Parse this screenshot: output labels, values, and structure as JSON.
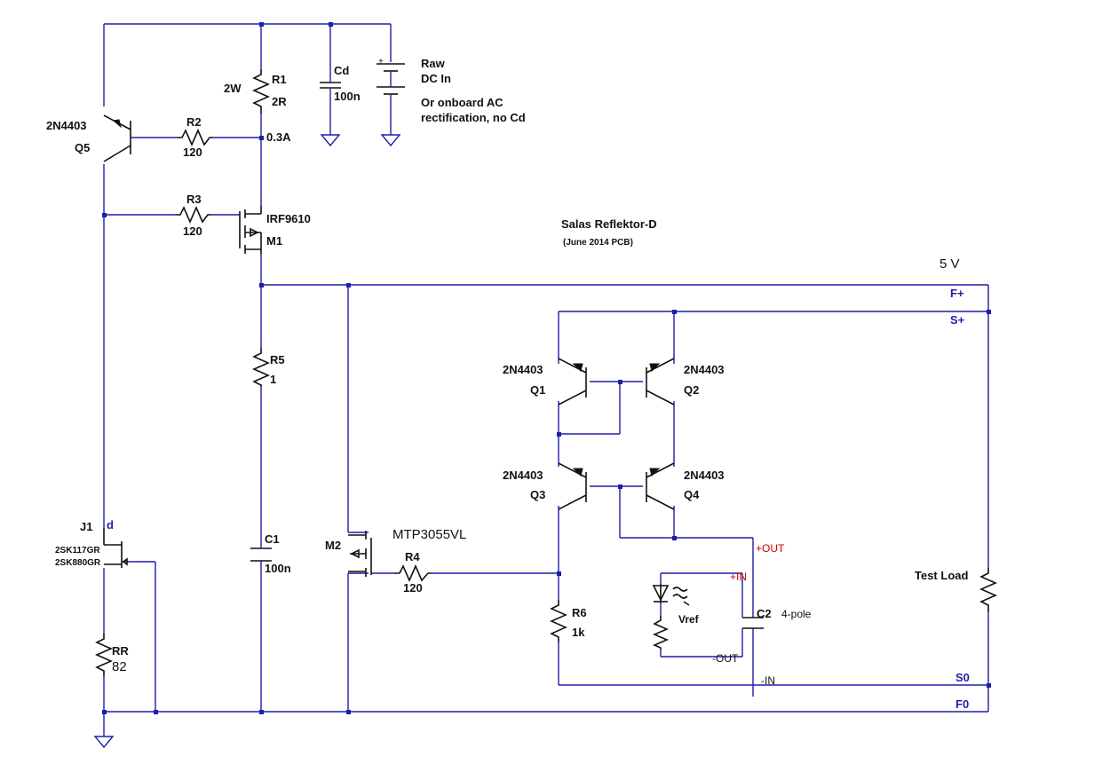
{
  "title": "Salas Reflektor-D",
  "subtitle": "(June 2014 PCB)",
  "supply": {
    "raw_label_1": "Raw",
    "raw_label_2": "DC In",
    "note_1": "Or onboard AC",
    "note_2": "rectification, no Cd",
    "plus_mark": "+"
  },
  "components": {
    "R1": {
      "ref": "R1",
      "value": "2R",
      "power": "2W"
    },
    "R2": {
      "ref": "R2",
      "value": "120"
    },
    "R3": {
      "ref": "R3",
      "value": "120"
    },
    "R4": {
      "ref": "R4",
      "value": "120"
    },
    "R5": {
      "ref": "R5",
      "value": "1"
    },
    "R6": {
      "ref": "R6",
      "value": "1k"
    },
    "RR": {
      "ref": "RR",
      "value": "82"
    },
    "Cd": {
      "ref": "Cd",
      "value": "100n"
    },
    "C1": {
      "ref": "C1",
      "value": "100n"
    },
    "C2": {
      "ref": "C2",
      "value": "4-pole"
    },
    "Q1": {
      "ref": "Q1",
      "part": "2N4403"
    },
    "Q2": {
      "ref": "Q2",
      "part": "2N4403"
    },
    "Q3": {
      "ref": "Q3",
      "part": "2N4403"
    },
    "Q4": {
      "ref": "Q4",
      "part": "2N4403"
    },
    "Q5": {
      "ref": "Q5",
      "part": "2N4403"
    },
    "M1": {
      "ref": "M1",
      "part": "IRF9610"
    },
    "M2": {
      "ref": "M2",
      "part": "MTP3055VL"
    },
    "J1": {
      "ref": "J1",
      "part_1": "2SK117GR",
      "part_2": "2SK880GR",
      "pin": "d"
    },
    "Vref": {
      "ref": "Vref"
    },
    "load": {
      "ref": "Test Load"
    }
  },
  "nodes": {
    "current": "0.3A",
    "voltage": "5 V",
    "F_plus": "F+",
    "S_plus": "S+",
    "S_zero": "S0",
    "F_zero": "F0",
    "out_plus": "+OUT",
    "in_plus": "+IN",
    "out_minus": "-OUT",
    "in_minus": "-IN"
  },
  "colors": {
    "wire": "#1f1fa8",
    "symbol": "#111111",
    "terminal_red": "#cc0000"
  }
}
